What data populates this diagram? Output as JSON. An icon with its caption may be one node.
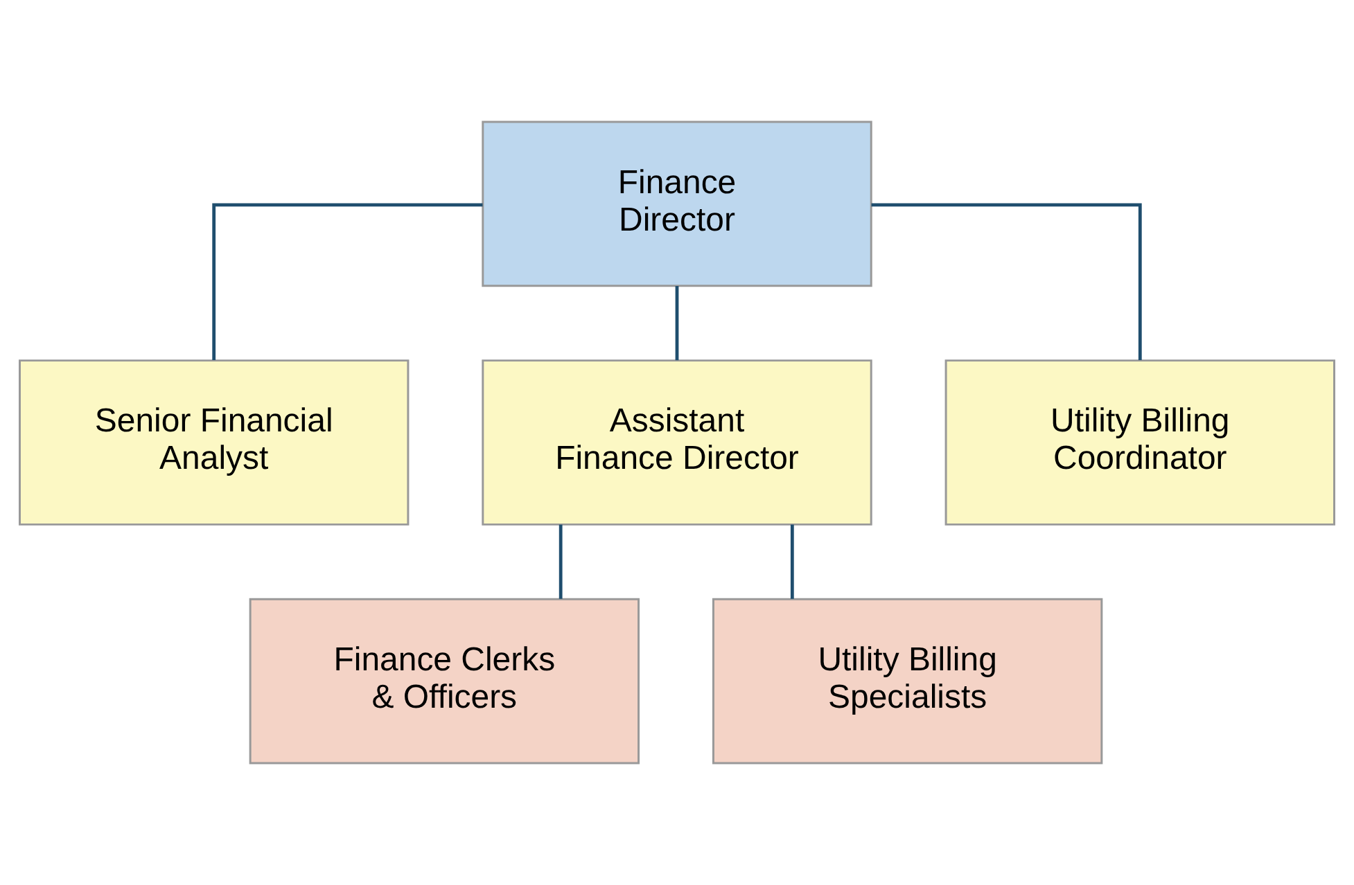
{
  "diagram": {
    "nodes": [
      {
        "text": [
          "Finance Director"
        ]
      },
      {
        "text": [
          "Senior Financial Analyst"
        ]
      },
      {
        "text": [
          "Assistant Finance Director"
        ]
      },
      {
        "text": [
          "Utility Billing Coordinator"
        ]
      },
      {
        "text": [
          "Finance Clerks & Officers"
        ]
      },
      {
        "text": [
          "Utility Billing Specialists"
        ]
      }
    ],
    "edges": [
      {
        "from": 0,
        "to": 1,
        "arrow": "none"
      },
      {
        "from": 0,
        "to": 2,
        "arrow": "none"
      },
      {
        "from": 0,
        "to": 3,
        "arrow": "none"
      },
      {
        "from": 2,
        "to": 4,
        "arrow": "none"
      },
      {
        "from": 2,
        "to": 5,
        "arrow": "none"
      }
    ]
  }
}
